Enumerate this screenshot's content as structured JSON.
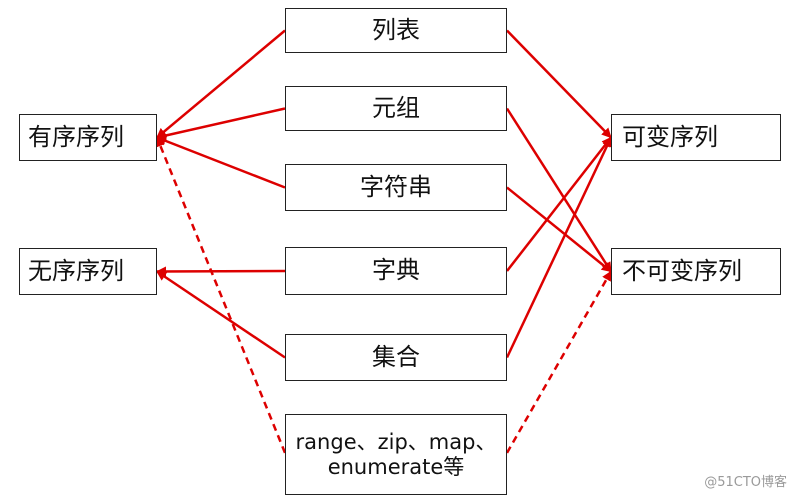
{
  "nodes": {
    "list": "列表",
    "tuple": "元组",
    "string": "字符串",
    "dict": "字典",
    "set": "集合",
    "range_etc": "range、zip、map、enumerate等",
    "ordered": "有序序列",
    "unordered": "无序序列",
    "mutable": "可变序列",
    "immutable": "不可变序列"
  },
  "edges": [
    {
      "from": "list",
      "to": "ordered",
      "style": "solid"
    },
    {
      "from": "tuple",
      "to": "ordered",
      "style": "solid"
    },
    {
      "from": "string",
      "to": "ordered",
      "style": "solid"
    },
    {
      "from": "range_etc",
      "to": "ordered",
      "style": "dashed"
    },
    {
      "from": "dict",
      "to": "unordered",
      "style": "solid"
    },
    {
      "from": "set",
      "to": "unordered",
      "style": "solid"
    },
    {
      "from": "list",
      "to": "mutable",
      "style": "solid"
    },
    {
      "from": "dict",
      "to": "mutable",
      "style": "solid"
    },
    {
      "from": "set",
      "to": "mutable",
      "style": "solid"
    },
    {
      "from": "tuple",
      "to": "immutable",
      "style": "solid"
    },
    {
      "from": "string",
      "to": "immutable",
      "style": "solid"
    },
    {
      "from": "range_etc",
      "to": "immutable",
      "style": "dashed"
    }
  ],
  "colors": {
    "arrow": "#dd0000",
    "border": "#222222"
  },
  "watermark": "@51CTO博客"
}
